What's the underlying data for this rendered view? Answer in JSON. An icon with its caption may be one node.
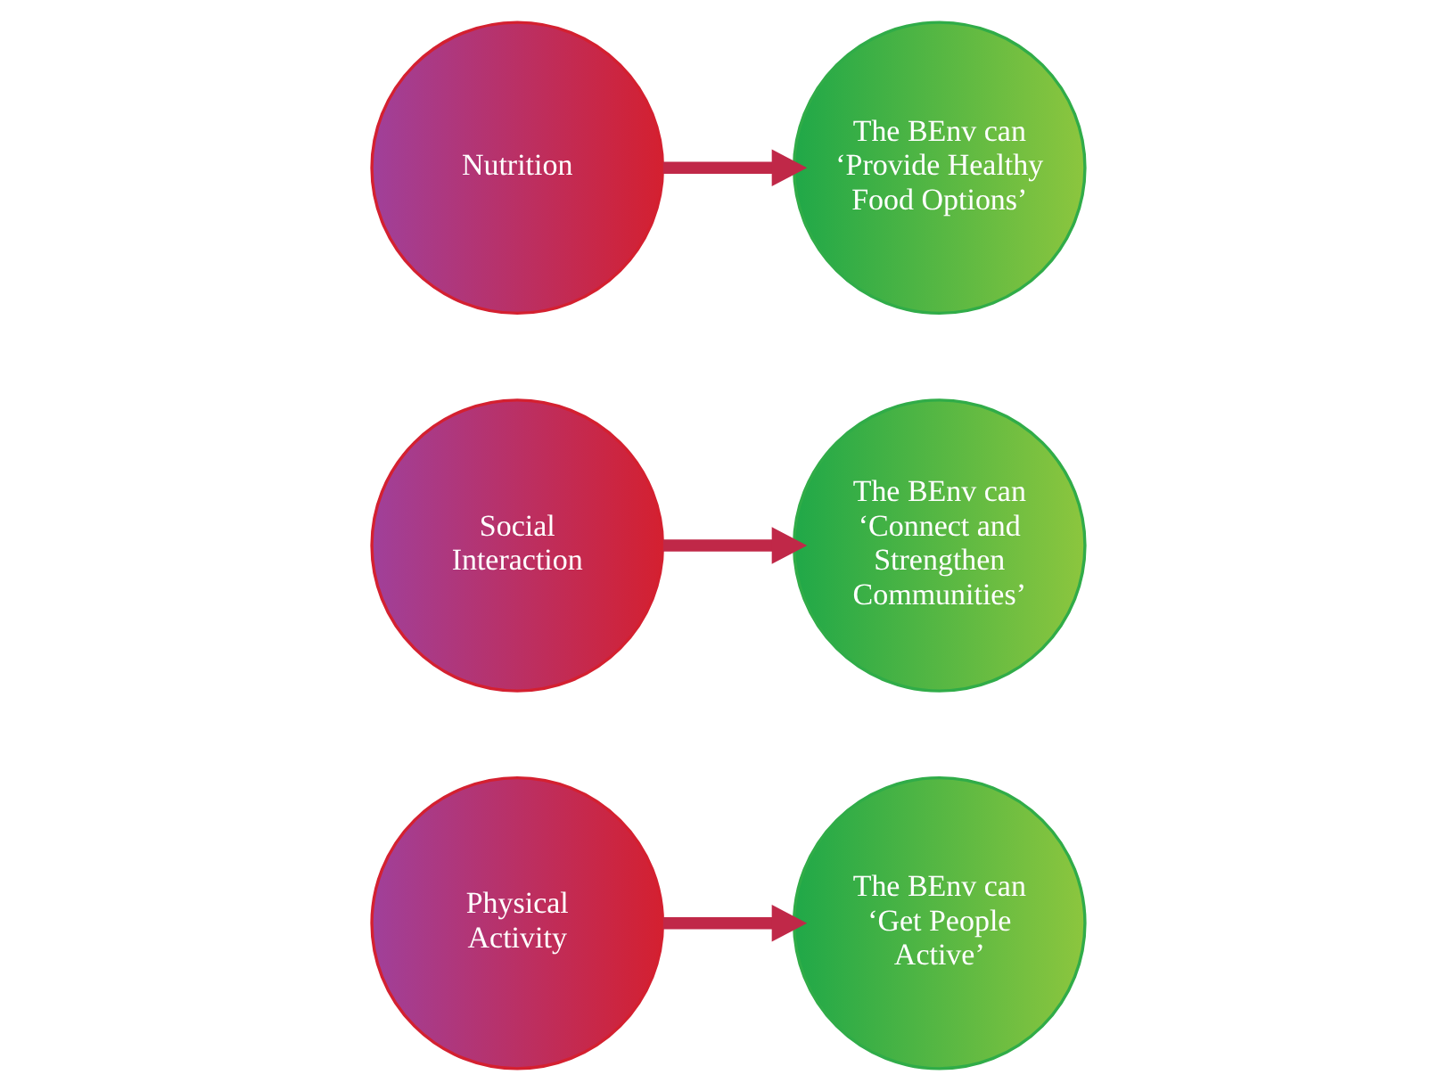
{
  "diagram": {
    "nodes": [
      {
        "text": [
          "Physical Activity"
        ]
      },
      {
        "text": [
          "The BEnv can ‘Get People Active’"
        ]
      },
      {
        "text": [
          "Social Interaction"
        ]
      },
      {
        "text": [
          "The BEnv can ‘Connect and Strengthen Communities’"
        ]
      },
      {
        "text": [
          "Nutrition"
        ]
      },
      {
        "text": [
          "The BEnv can ‘Provide Healthy Food Options’"
        ]
      }
    ],
    "edges": [
      {
        "from": 0,
        "to": 1,
        "arrow": "to"
      },
      {
        "from": 2,
        "to": 3,
        "arrow": "to"
      },
      {
        "from": 4,
        "to": 5,
        "arrow": "to"
      }
    ]
  }
}
